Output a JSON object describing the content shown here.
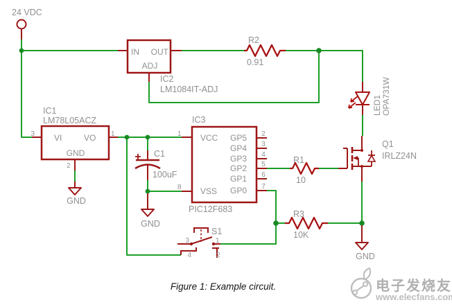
{
  "canvas": {
    "caption": "Figure 1: Example circuit."
  },
  "colors": {
    "wire_green": "#1a9e28",
    "symbol_red": "#9e1515",
    "label_gray": "#8f8f8f",
    "caption_black": "#151515",
    "watermark_gray": "#b5b5b5"
  },
  "components": {
    "power_in": {
      "label": "24 VDC"
    },
    "ic2": {
      "ref": "IC2",
      "part": "LM1084IT-ADJ",
      "pin_in": "IN",
      "pin_out": "OUT",
      "pin_adj": "ADJ"
    },
    "ic1": {
      "ref": "IC1",
      "part": "LM78L05ACZ",
      "pin_vi": "VI",
      "pin_vo": "VO",
      "pin_gnd": "GND",
      "num_vi": "3",
      "num_vo": "1",
      "num_gnd": "2"
    },
    "ic3": {
      "ref": "IC3",
      "part": "PIC12F683",
      "pin_vcc": "VCC",
      "pin_vss": "VSS",
      "num_vcc": "1",
      "num_vss": "8",
      "right_pins": [
        {
          "num": "2",
          "name": "GP5"
        },
        {
          "num": "3",
          "name": "GP4"
        },
        {
          "num": "4",
          "name": "GP3"
        },
        {
          "num": "5",
          "name": "GP2"
        },
        {
          "num": "6",
          "name": "GP1"
        },
        {
          "num": "7",
          "name": "GP0"
        }
      ]
    },
    "r1": {
      "ref": "R1",
      "value": "10"
    },
    "r2": {
      "ref": "R2",
      "value": "0.91"
    },
    "r3": {
      "ref": "R3",
      "value": "10K"
    },
    "c1": {
      "ref": "C1",
      "value": "100uF"
    },
    "led1": {
      "ref": "LED1",
      "part": "OPA731W"
    },
    "q1": {
      "ref": "Q1",
      "part": "IRLZ24N"
    },
    "s1": {
      "ref": "S1",
      "num_1": "1",
      "num_2": "2",
      "num_3": "3",
      "num_4": "4"
    },
    "gnd_ic1": {
      "label": "GND"
    },
    "gnd_c1": {
      "label": "GND"
    },
    "gnd_q1": {
      "label": "GND"
    }
  },
  "watermark": {
    "site_name": "电子发烧友",
    "site_url": "www.elecfans.com"
  }
}
